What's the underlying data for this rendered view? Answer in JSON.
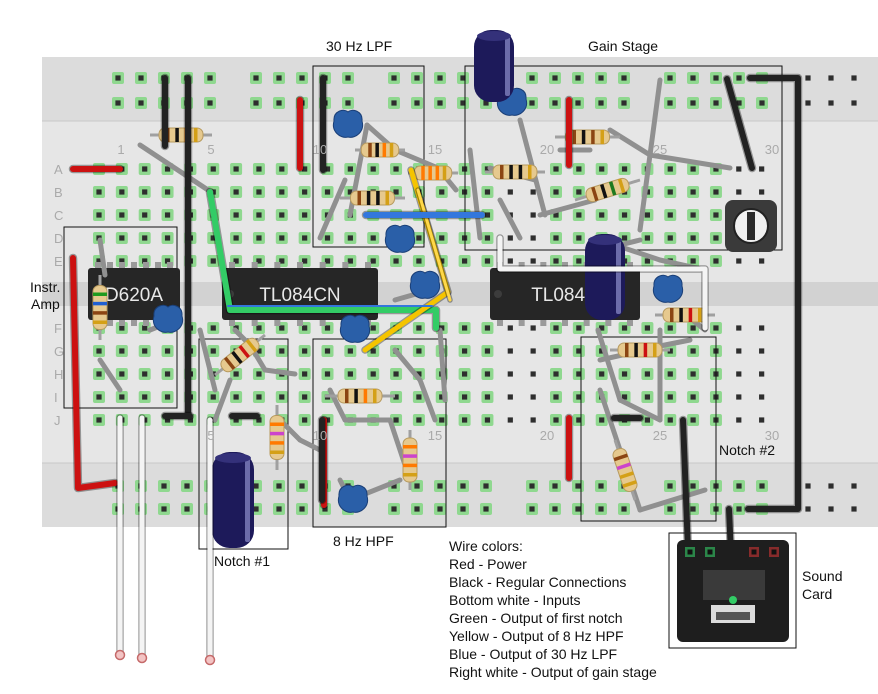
{
  "labels": {
    "lpf": "30 Hz LPF",
    "gain": "Gain Stage",
    "instr_amp_line1": "Instr.",
    "instr_amp_line2": "Amp",
    "notch1": "Notch #1",
    "notch2": "Notch #2",
    "hpf": "8 Hz HPF",
    "sound_card_line1": "Sound",
    "sound_card_line2": "Card"
  },
  "chips": {
    "instr_amp": "D620A",
    "chip1": "TL084CN",
    "chip2": "TL084C"
  },
  "board": {
    "row_labels_top": [
      "A",
      "B",
      "C",
      "D",
      "E"
    ],
    "row_labels_bottom": [
      "F",
      "G",
      "H",
      "I",
      "J"
    ],
    "column_numbers_top": [
      "1",
      "5",
      "10",
      "15",
      "20",
      "25",
      "30"
    ],
    "column_numbers_bottom": [
      "5",
      "10",
      "15",
      "20",
      "25",
      "30"
    ]
  },
  "legend": {
    "title": "Wire colors:",
    "items": [
      "Red - Power",
      "Black - Regular Connections",
      "Bottom white - Inputs",
      "Green - Output of first notch",
      "Yellow - Output of 8 Hz HPF",
      "Blue - Output of 30 Hz LPF",
      "Right white - Output of gain stage"
    ]
  },
  "colors": {
    "board": "#e6e6e6",
    "hole_active": "#8fd88f",
    "wire_red": "#cc1111",
    "wire_black": "#222222",
    "wire_white": "#f4f4f4",
    "wire_green": "#33cc66",
    "wire_yellow": "#f5c400",
    "wire_blue": "#3377dd",
    "capacitor_ceramic": "#2a5fa8",
    "capacitor_electrolytic": "#1d1a5a",
    "chip": "#262626"
  }
}
